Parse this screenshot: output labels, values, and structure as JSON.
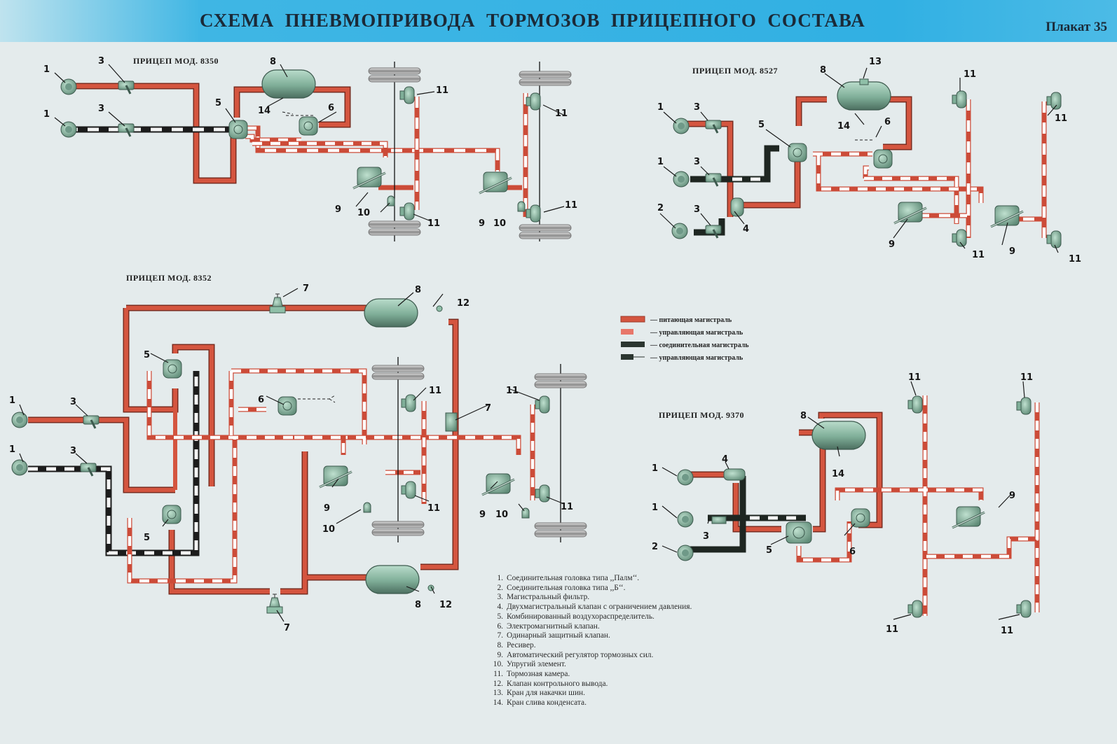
{
  "header": {
    "title": "СХЕМА  ПНЕВМОПРИВОДА  ТОРМОЗОВ  ПРИЦЕПНОГО  СОСТАВА",
    "poster": "Плакат 35"
  },
  "colors": {
    "supply_line": "#d4553f",
    "connecting_line": "#2b3630",
    "component": "#8fbfa8",
    "banner": "#31b0e3"
  },
  "legend": [
    {
      "style": "supply-solid-red",
      "label": "— питающая магистраль"
    },
    {
      "style": "control-red-white-dashed",
      "label": "— управляющая магистраль"
    },
    {
      "style": "connecting-solid-black",
      "label": "— соединительная магистраль"
    },
    {
      "style": "control-black-white-dashed",
      "label": "— управляющая магистраль"
    }
  ],
  "diagrams": [
    {
      "id": "8350",
      "title": "ПРИЦЕП МОД. 8350",
      "callouts": [
        "1",
        "3",
        "1",
        "3",
        "5",
        "8",
        "14",
        "6",
        "11",
        "11",
        "9",
        "10",
        "11",
        "9",
        "10",
        "11"
      ]
    },
    {
      "id": "8527",
      "title": "ПРИЦЕП МОД. 8527",
      "callouts": [
        "8",
        "13",
        "1",
        "3",
        "5",
        "14",
        "6",
        "1",
        "3",
        "2",
        "3",
        "4",
        "11",
        "11",
        "9",
        "11",
        "9",
        "11"
      ]
    },
    {
      "id": "8352",
      "title": "ПРИЦЕП МОД. 8352",
      "callouts": [
        "7",
        "8",
        "12",
        "5",
        "1",
        "3",
        "1",
        "3",
        "6",
        "11",
        "7",
        "11",
        "9",
        "10",
        "11",
        "9",
        "10",
        "11",
        "5",
        "8",
        "12",
        "7"
      ]
    },
    {
      "id": "9370",
      "title": "ПРИЦЕП МОД. 9370",
      "callouts": [
        "8",
        "14",
        "4",
        "1",
        "1",
        "3",
        "2",
        "5",
        "6",
        "9",
        "11",
        "11",
        "11",
        "11"
      ]
    }
  ],
  "parts_list": [
    {
      "num": "1.",
      "text": "Соединительная головка типа ,,Палм‘‘."
    },
    {
      "num": "2.",
      "text": "Соединительная головка типа ,,Б‘‘."
    },
    {
      "num": "3.",
      "text": "Магистральный фильтр."
    },
    {
      "num": "4.",
      "text": "Двухмагистральный клапан с ограничением давления."
    },
    {
      "num": "5.",
      "text": "Комбинированный воздухораспределитель."
    },
    {
      "num": "6.",
      "text": "Электромагнитный клапан."
    },
    {
      "num": "7.",
      "text": "Одинарный защитный клапан."
    },
    {
      "num": "8.",
      "text": "Ресивер."
    },
    {
      "num": "9.",
      "text": "Автоматический регулятор тормозных сил."
    },
    {
      "num": "10.",
      "text": "Упругий элемент."
    },
    {
      "num": "11.",
      "text": "Тормозная камера."
    },
    {
      "num": "12.",
      "text": "Клапан контрольного вывода."
    },
    {
      "num": "13.",
      "text": "Кран для накачки шин."
    },
    {
      "num": "14.",
      "text": "Кран слива конденсата."
    }
  ]
}
